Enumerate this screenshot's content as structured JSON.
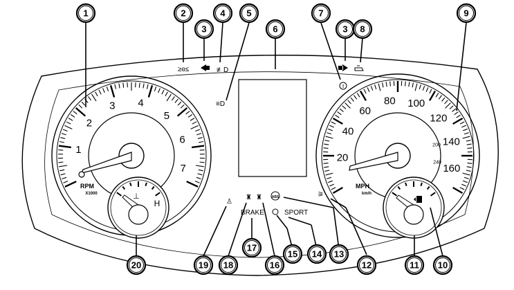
{
  "callouts": [
    "1",
    "2",
    "3",
    "4",
    "5",
    "6",
    "7",
    "3",
    "8",
    "9",
    "10",
    "11",
    "12",
    "13",
    "14",
    "15",
    "16",
    "17",
    "18",
    "19",
    "20"
  ],
  "tachometer": {
    "numbers": [
      "1",
      "2",
      "3",
      "4",
      "5",
      "6",
      "7"
    ],
    "unit_label": "RPM",
    "unit_sub": "X1000"
  },
  "temp_gauge": {
    "hot_label": "H"
  },
  "speedometer": {
    "numbers": [
      "20",
      "40",
      "60",
      "80",
      "100",
      "120",
      "140",
      "160"
    ],
    "inner_numbers": [
      "200",
      "240"
    ],
    "unit_label": "MPH",
    "unit_sub": "km/h"
  },
  "indicators": {
    "brake_label": "BRAKE",
    "sport_label": "SPORT",
    "hid_label": "≡D",
    "abs_label": "ABS"
  }
}
